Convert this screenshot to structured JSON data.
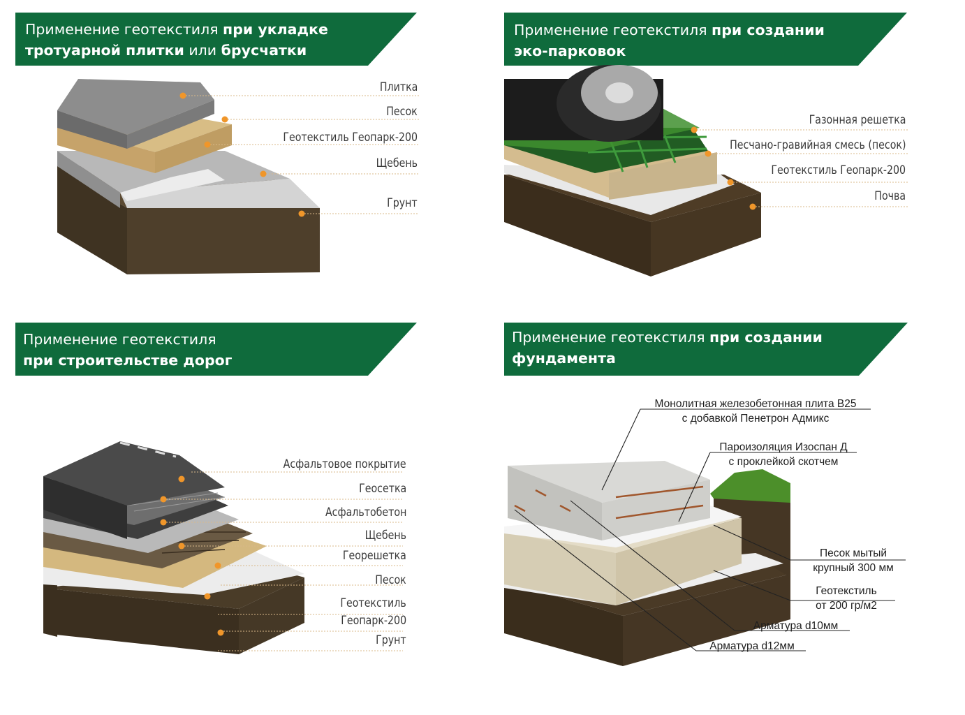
{
  "colors": {
    "banner": "#0f6b3c",
    "dot": "#f0962a",
    "leader": "#d9b98a"
  },
  "panels": [
    {
      "title_regular_1": "Применение геотекстиля ",
      "title_bold_1": "при укладке",
      "title_bold_2": "тротуарной плитки",
      "title_regular_2": " или ",
      "title_bold_3": "брусчатки",
      "layers": [
        "Плитка",
        "Песок",
        "Геотекстиль Геопарк-200",
        "Щебень",
        "Грунт"
      ]
    },
    {
      "title_regular_1": "Применение геотекстиля ",
      "title_bold_1": "при создании",
      "title_bold_2": "эко-парковок",
      "layers": [
        "Газонная решетка",
        "Песчано-гравийная смесь (песок)",
        "Геотекстиль Геопарк-200",
        "Почва"
      ]
    },
    {
      "title_regular_1": "Применение геотекстиля",
      "title_bold_2": "при строительстве дорог",
      "layers": [
        "Асфальтовое покрытие",
        "Геосетка",
        "Асфальтобетон",
        "Щебень",
        "Георешетка",
        "Песок",
        "Геотекстиль",
        "Геопарк-200",
        "Грунт"
      ]
    },
    {
      "title_regular_1": "Применение геотекстиля ",
      "title_bold_1": "при создании",
      "title_bold_2": "фундамента",
      "labels": {
        "slab_1": "Монолитная железобетонная плита В25",
        "slab_2": "с добавкой Пенетрон Адмикс",
        "vapor_1": "Пароизоляция Изоспан Д",
        "vapor_2": "с проклейкой скотчем",
        "sand_1": "Песок мытый",
        "sand_2": "крупный 300 мм",
        "geo_1": "Геотекстиль",
        "geo_2": "от 200 гр/м2",
        "rebar10": "Арматура d10мм",
        "rebar12": "Арматура d12мм"
      }
    }
  ]
}
